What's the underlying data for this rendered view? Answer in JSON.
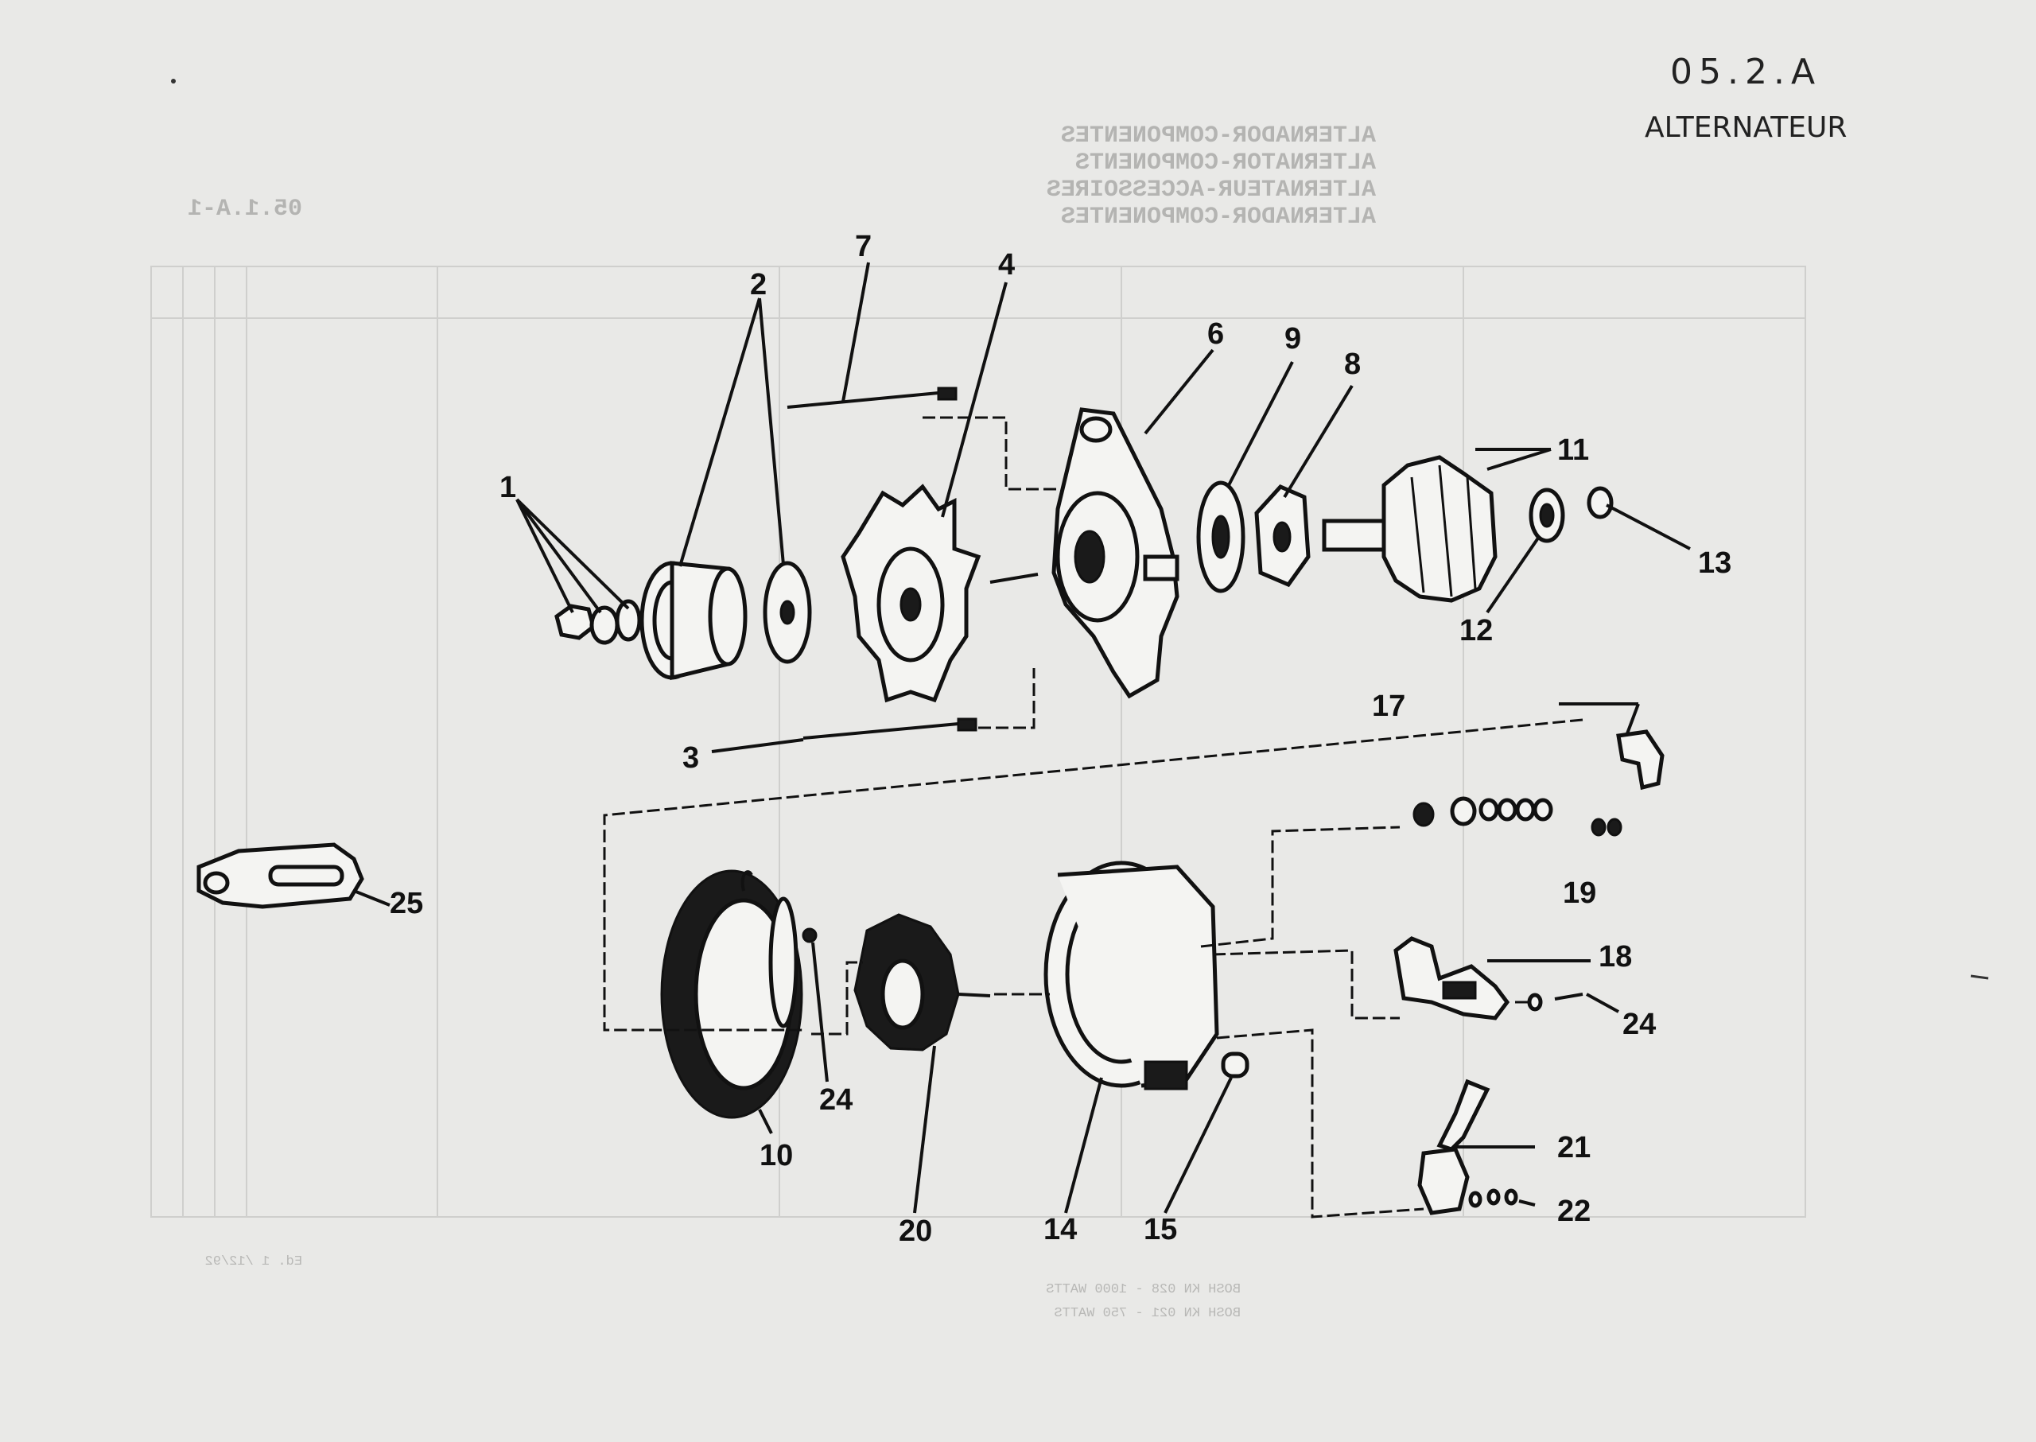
{
  "header": {
    "page_code": "05.2.A",
    "title": "ALTERNATEUR"
  },
  "callouts": [
    "1",
    "2",
    "3",
    "4",
    "6",
    "7",
    "8",
    "9",
    "10",
    "11",
    "12",
    "13",
    "14",
    "15",
    "17",
    "18",
    "19",
    "20",
    "21",
    "22",
    "24",
    "24",
    "25"
  ],
  "mirrored_background": {
    "titles": [
      "ALTERNADOR-COMPONENTES",
      "ALTERNATOR-COMPONENTS",
      "ALTERNATEUR-ACCESSOIRES",
      "ALTERNADOR-COMPONENTES"
    ],
    "section_code": "05.1.A-1",
    "footer_code": "Ed. 1 /12/92",
    "notes": [
      "BOSH KN 028 - 1000 WATTS",
      "BOSH KN 021 - 750 WATTS"
    ]
  },
  "colors": {
    "paper": "#e9e9e7",
    "ink": "#111111",
    "ghost_text": "#b8b8b6"
  }
}
